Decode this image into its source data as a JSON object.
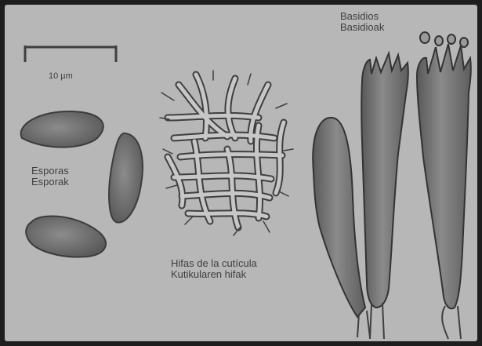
{
  "figure": {
    "scale_label": "10 µm",
    "spores_label": {
      "line1": "Esporas",
      "line2": "Esporak"
    },
    "hyphae_label": {
      "line1": "Hifas de la cutícula",
      "line2": "Kutikularen hifak"
    },
    "basidia_label": {
      "line1": "Basidios",
      "line2": "Basidioak"
    },
    "colors": {
      "background": "#b7b7b7",
      "ink": "#3f3f3f",
      "spore_fill": "#6f6f6f",
      "basidium_fill": "#7a7a7a",
      "hypha_fill": "#c7c7c7"
    }
  }
}
